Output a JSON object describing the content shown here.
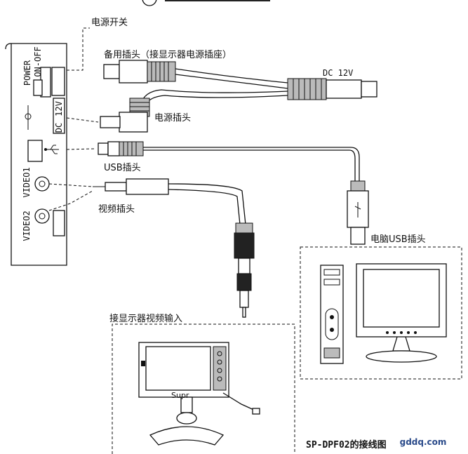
{
  "labels": {
    "power_switch": "电源开关",
    "backup_plug": "备用插头（接显示器电源插座）",
    "dc_12v": "DC 12V",
    "power_plug": "电源插头",
    "usb_plug": "USB插头",
    "video_plug": "视频插头",
    "pc_usb_plug": "电脑USB插头",
    "monitor_video_input": "接显示器视频输入",
    "diagram_title": "SP-DPF02的接线图",
    "watermark": "gddq.com"
  },
  "device_panel": {
    "power": "POWER",
    "on_off": "ON-OFF",
    "voltage": "12V",
    "dc": "DC",
    "video1": "VIDEO1",
    "video2": "VIDEO2"
  },
  "monitor": {
    "brand": "Supr"
  }
}
